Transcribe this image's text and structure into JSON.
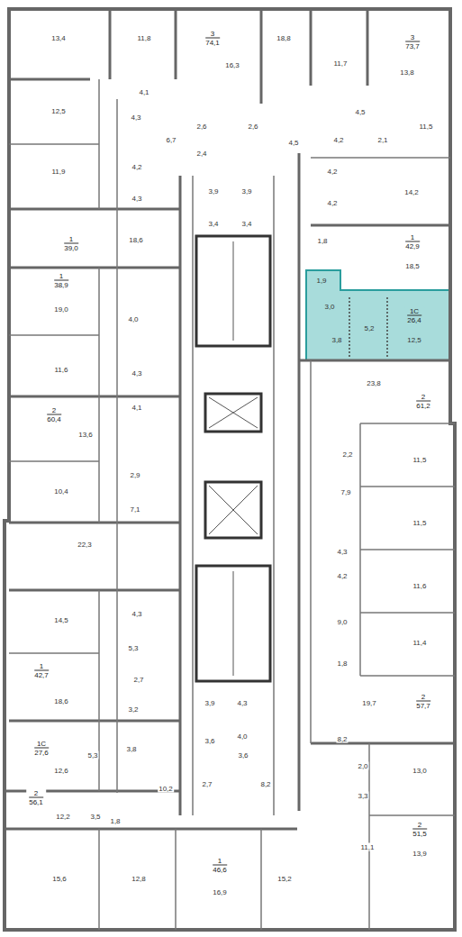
{
  "diagram": {
    "nodes": [
      {
        "text": [
          "3",
          "74,1"
        ]
      },
      {
        "text": [
          "3",
          "73,7"
        ]
      },
      {
        "text": [
          "1",
          "39,0"
        ]
      },
      {
        "text": [
          "1",
          "42,9"
        ]
      },
      {
        "text": [
          "1",
          "38,9"
        ]
      },
      {
        "text": [
          "1С",
          "26,4"
        ]
      },
      {
        "text": [
          "2",
          "61,2"
        ]
      },
      {
        "text": [
          "2",
          "60,4"
        ]
      },
      {
        "text": [
          "1",
          "42,7"
        ]
      },
      {
        "text": [
          "2",
          "57,7"
        ]
      },
      {
        "text": [
          "1С",
          "27,6"
        ]
      },
      {
        "text": [
          "2",
          "56,1"
        ]
      },
      {
        "text": [
          "2",
          "51,5"
        ]
      },
      {
        "text": [
          "1",
          "46,6"
        ]
      }
    ],
    "labels": [
      "13,4",
      "11,8",
      "16,3",
      "18,8",
      "11,7",
      "13,8",
      "4,1",
      "12,5",
      "4,3",
      "2,6",
      "2,6",
      "4,5",
      "11,5",
      "4,5",
      "4,2",
      "2,1",
      "6,7",
      "2,4",
      "11,9",
      "4,2",
      "4,2",
      "14,2",
      "3,9",
      "3,9",
      "4,3",
      "4,2",
      "3,4",
      "3,4",
      "18,6",
      "1,8",
      "18,5",
      "1,9",
      "3,0",
      "19,0",
      "4,0",
      "5,2",
      "3,8",
      "12,5",
      "11,6",
      "4,3",
      "23,8",
      "4,1",
      "13,6",
      "2,2",
      "11,5",
      "2,9",
      "10,4",
      "7,9",
      "7,1",
      "11,5",
      "22,3",
      "4,3",
      "4,2",
      "11,6",
      "4,3",
      "14,5",
      "9,0",
      "11,4",
      "5,3",
      "1,8",
      "2,7",
      "18,6",
      "19,7",
      "3,9",
      "4,3",
      "3,2",
      "4,0",
      "8,2",
      "3,6",
      "3,8",
      "5,3",
      "3,6",
      "2,0",
      "12,6",
      "13,0",
      "2,7",
      "8,2",
      "10,2",
      "3,3",
      "12,2",
      "3,5",
      "1,8",
      "11,1",
      "13,9",
      "15,6",
      "12,8",
      "16,9",
      "15,2"
    ]
  }
}
